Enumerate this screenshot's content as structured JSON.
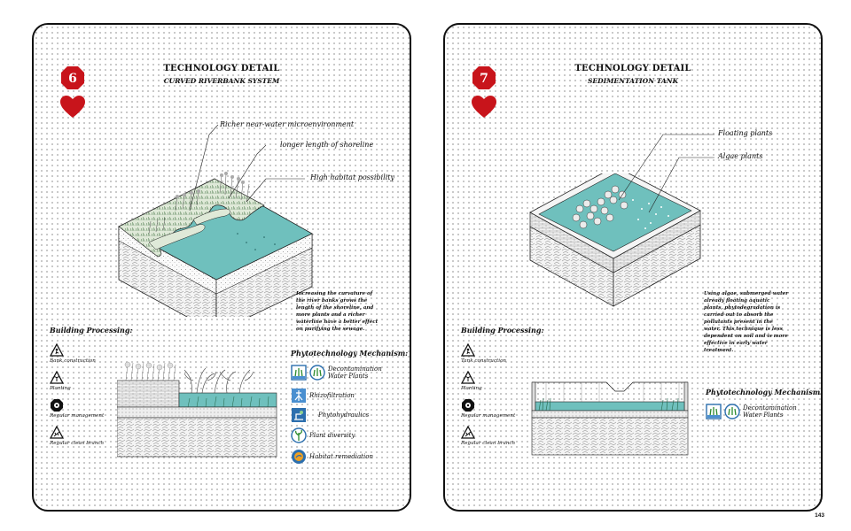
{
  "page_number": "143",
  "colors": {
    "water": "#6fc0bd",
    "badge": "#c8141b",
    "ink": "#111111"
  },
  "panels": [
    {
      "number": "6",
      "title": "TECHNOLOGY DETAIL",
      "subtitle": "CURVED RIVERBANK SYSTEM",
      "callouts": [
        "Richer near-water microenvironment",
        "longer length of shoreline",
        "High habitat possibility"
      ],
      "description": "Increasing the curvature of the river banks grows the length of the shoreline, and more plants and a richer waterline have a better effect on purifying the sewage.",
      "building_processing": {
        "title": "Building Processing:",
        "steps": [
          {
            "label": "Bank construction",
            "icon": "digging-worker-icon"
          },
          {
            "label": "Planting",
            "icon": "planting-icon"
          },
          {
            "label": "Regular management",
            "icon": "management-icon"
          },
          {
            "label": "Regular clean branch",
            "icon": "clean-branch-icon"
          }
        ]
      },
      "mechanism": {
        "title": "Phytotechnology Mechanism:",
        "items": [
          {
            "label": "Decontamination Water Plants",
            "icons": [
              "water-plant-square-icon",
              "water-plant-circle-icon"
            ]
          },
          {
            "label": "Rhizofiltration",
            "icons": [
              "rhizofiltration-icon"
            ]
          },
          {
            "label": "Phytohydraulics",
            "icons": [
              "phytohydraulics-icon"
            ]
          },
          {
            "label": "Plant diversity",
            "icons": [
              "plant-diversity-icon"
            ]
          },
          {
            "label": "Habitat remediation",
            "icons": [
              "habitat-remediation-icon"
            ]
          }
        ]
      }
    },
    {
      "number": "7",
      "title": "TECHNOLOGY DETAIL",
      "subtitle": "SEDIMENTATION TANK",
      "callouts": [
        "Floating plants",
        "Algae plants"
      ],
      "description": "Using algae, submerged water already floating aquatic plants, phytodegradation is carried out to absorb the pollutants present in the water. This technique is less dependent on soil and is more effective in early water treatment.",
      "building_processing": {
        "title": "Building Processing:",
        "steps": [
          {
            "label": "Tank construction",
            "icon": "digging-worker-icon"
          },
          {
            "label": "Planting",
            "icon": "planting-icon"
          },
          {
            "label": "Regular management",
            "icon": "management-icon"
          },
          {
            "label": "Regular clean branch",
            "icon": "clean-branch-icon"
          }
        ]
      },
      "mechanism": {
        "title": "Phytotechnology Mechanism:",
        "items": [
          {
            "label": "Decontamination Water Plants",
            "icons": [
              "water-plant-square-icon",
              "water-plant-circle-icon"
            ]
          }
        ]
      }
    }
  ]
}
